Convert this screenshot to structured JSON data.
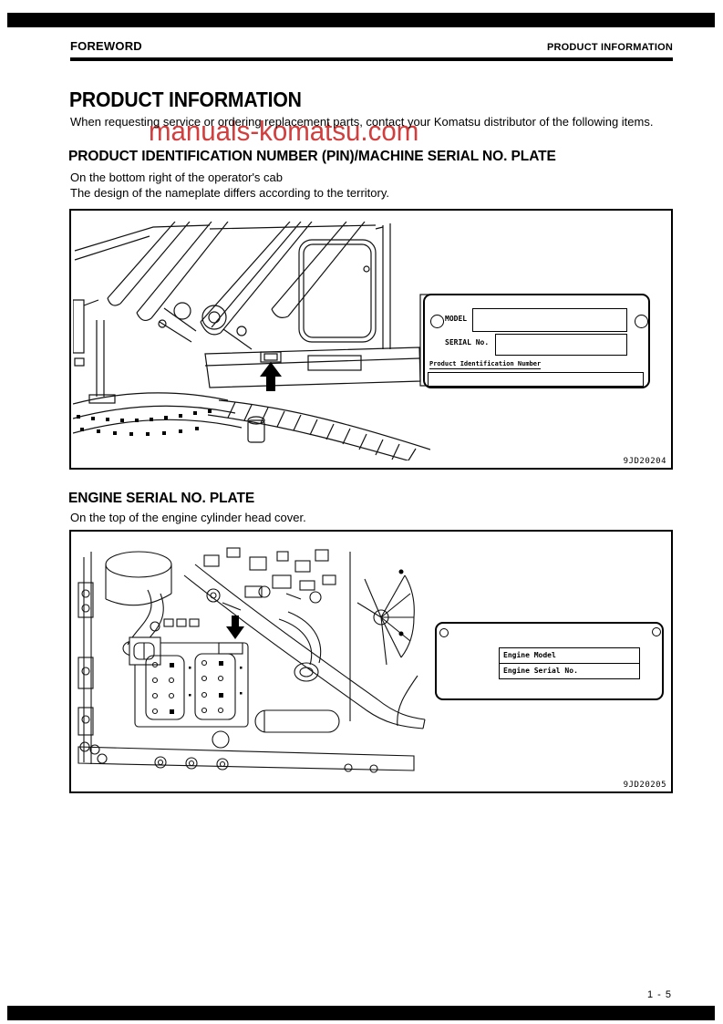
{
  "header": {
    "left": "FOREWORD",
    "right": "PRODUCT INFORMATION"
  },
  "watermark": {
    "text": "manuals-komatsu.com",
    "color": "#cc2222"
  },
  "title": "PRODUCT INFORMATION",
  "intro": "When requesting service or ordering replacement parts, contact your Komatsu distributor of the following items.",
  "sections": [
    {
      "heading": "PRODUCT IDENTIFICATION NUMBER (PIN)/MACHINE SERIAL NO. PLATE",
      "body1": "On the bottom right of the operator's cab",
      "body2": "The design of the nameplate differs according to the territory.",
      "figure": {
        "code": "9JD20204",
        "plate": {
          "model_label": "MODEL",
          "serial_label": "SERIAL No.",
          "pin_label": "Product Identification Number"
        }
      }
    },
    {
      "heading": "ENGINE SERIAL NO. PLATE",
      "body1": "On the top of the engine cylinder head cover.",
      "figure": {
        "code": "9JD20205",
        "plate": {
          "rows": [
            "Engine Model",
            "Engine Serial No."
          ]
        }
      }
    }
  ],
  "page_number": "1 - 5"
}
